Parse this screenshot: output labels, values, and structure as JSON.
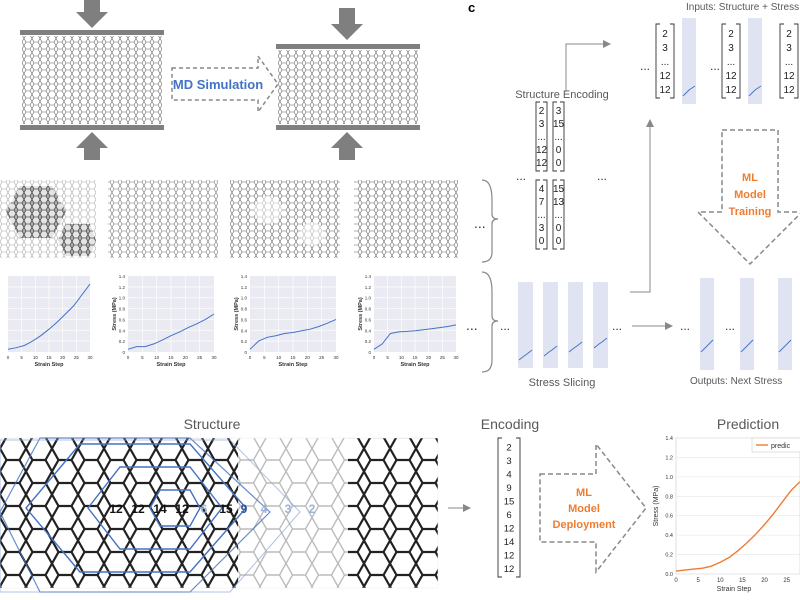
{
  "panel_c_label": "c",
  "md_simulation_label": "MD Simulation",
  "structure_encoding_title": "Structure Encoding",
  "stress_slicing_label": "Stress Slicing",
  "inputs_label": "Inputs: Structure + Stress",
  "outputs_label": "Outputs: Next Stress",
  "ml_training": [
    "ML",
    "Model",
    "Training"
  ],
  "ml_deployment": [
    "ML",
    "Model",
    "Deployment"
  ],
  "structure_title": "Structure",
  "encoding_title": "Encoding",
  "prediction_title": "Prediction",
  "ellipsis": "...",
  "matrix_left_top": [
    [
      "2",
      "3"
    ],
    [
      "3",
      "15"
    ],
    [
      "...",
      "..."
    ],
    [
      "12",
      "0"
    ],
    [
      "12",
      "0"
    ]
  ],
  "matrix_left_bottom": [
    [
      "4",
      "15"
    ],
    [
      "7",
      "13"
    ],
    [
      "...",
      "..."
    ],
    [
      "3",
      "0"
    ],
    [
      "0",
      "0"
    ]
  ],
  "input_vector": [
    "2",
    "3",
    "...",
    "12",
    "12"
  ],
  "encoding_vector": [
    "2",
    "3",
    "4",
    "9",
    "15",
    "6",
    "12",
    "14",
    "12",
    "12"
  ],
  "center_ring_numbers": [
    "12",
    "12",
    "14",
    "12",
    "6",
    "15",
    "9",
    "4",
    "3",
    "2"
  ],
  "small_chart_ylabel": "Stress (MPa)",
  "small_chart_xlabel": "Strain Step",
  "small_chart_yticks": [
    "0",
    "0.2",
    "0.4",
    "0.6",
    "0.8",
    "1.0",
    "1.2",
    "1.4"
  ],
  "small_chart_xticks": [
    "0",
    "5",
    "10",
    "15",
    "20",
    "25",
    "30"
  ],
  "colors": {
    "orange": "#ED7D31",
    "blue": "#4472C4",
    "gray": "#7f7f7f",
    "panel": "#dfe3f2"
  },
  "chart_data": [
    {
      "type": "line",
      "xlabel": "Strain Step",
      "ylabel": "Stress (MPa)",
      "xlim": [
        0,
        30
      ],
      "ylim": [
        0,
        1.4
      ],
      "x": [
        0,
        3,
        6,
        9,
        12,
        15,
        18,
        21,
        24,
        27,
        30
      ],
      "values": [
        0.05,
        0.08,
        0.12,
        0.2,
        0.3,
        0.42,
        0.55,
        0.7,
        0.85,
        1.05,
        1.25
      ]
    },
    {
      "type": "line",
      "xlabel": "Strain Step",
      "ylabel": "Stress (MPa)",
      "xlim": [
        0,
        30
      ],
      "ylim": [
        0,
        1.4
      ],
      "x": [
        0,
        3,
        6,
        9,
        12,
        15,
        18,
        21,
        24,
        27,
        30
      ],
      "values": [
        0.05,
        0.1,
        0.1,
        0.15,
        0.22,
        0.3,
        0.37,
        0.45,
        0.52,
        0.6,
        0.7
      ]
    },
    {
      "type": "line",
      "xlabel": "Strain Step",
      "ylabel": "Stress (MPa)",
      "xlim": [
        0,
        30
      ],
      "ylim": [
        0,
        1.4
      ],
      "x": [
        0,
        3,
        6,
        9,
        12,
        15,
        18,
        21,
        24,
        27,
        30
      ],
      "values": [
        0.05,
        0.2,
        0.27,
        0.3,
        0.34,
        0.36,
        0.39,
        0.42,
        0.47,
        0.53,
        0.6
      ]
    },
    {
      "type": "line",
      "xlabel": "Strain Step",
      "ylabel": "Stress (MPa)",
      "xlim": [
        0,
        30
      ],
      "ylim": [
        0,
        1.4
      ],
      "x": [
        0,
        3,
        6,
        9,
        12,
        15,
        18,
        21,
        24,
        27,
        30
      ],
      "values": [
        0.05,
        0.15,
        0.34,
        0.37,
        0.38,
        0.39,
        0.41,
        0.43,
        0.45,
        0.47,
        0.5
      ]
    },
    {
      "type": "line",
      "title": "Prediction",
      "xlabel": "Strain Step",
      "ylabel": "Stress (MPa)",
      "xlim": [
        0,
        28
      ],
      "ylim": [
        0,
        1.4
      ],
      "legend": "predic",
      "x": [
        0,
        2,
        4,
        6,
        8,
        10,
        12,
        14,
        16,
        18,
        20,
        22,
        24,
        26,
        28
      ],
      "values": [
        0.03,
        0.04,
        0.05,
        0.06,
        0.08,
        0.12,
        0.17,
        0.24,
        0.32,
        0.41,
        0.51,
        0.62,
        0.74,
        0.86,
        0.95
      ],
      "xticks": [
        "0",
        "5",
        "10",
        "15",
        "20",
        "25"
      ],
      "yticks": [
        "0.0",
        "0.2",
        "0.4",
        "0.6",
        "0.8",
        "1.0",
        "1.2",
        "1.4"
      ]
    }
  ]
}
